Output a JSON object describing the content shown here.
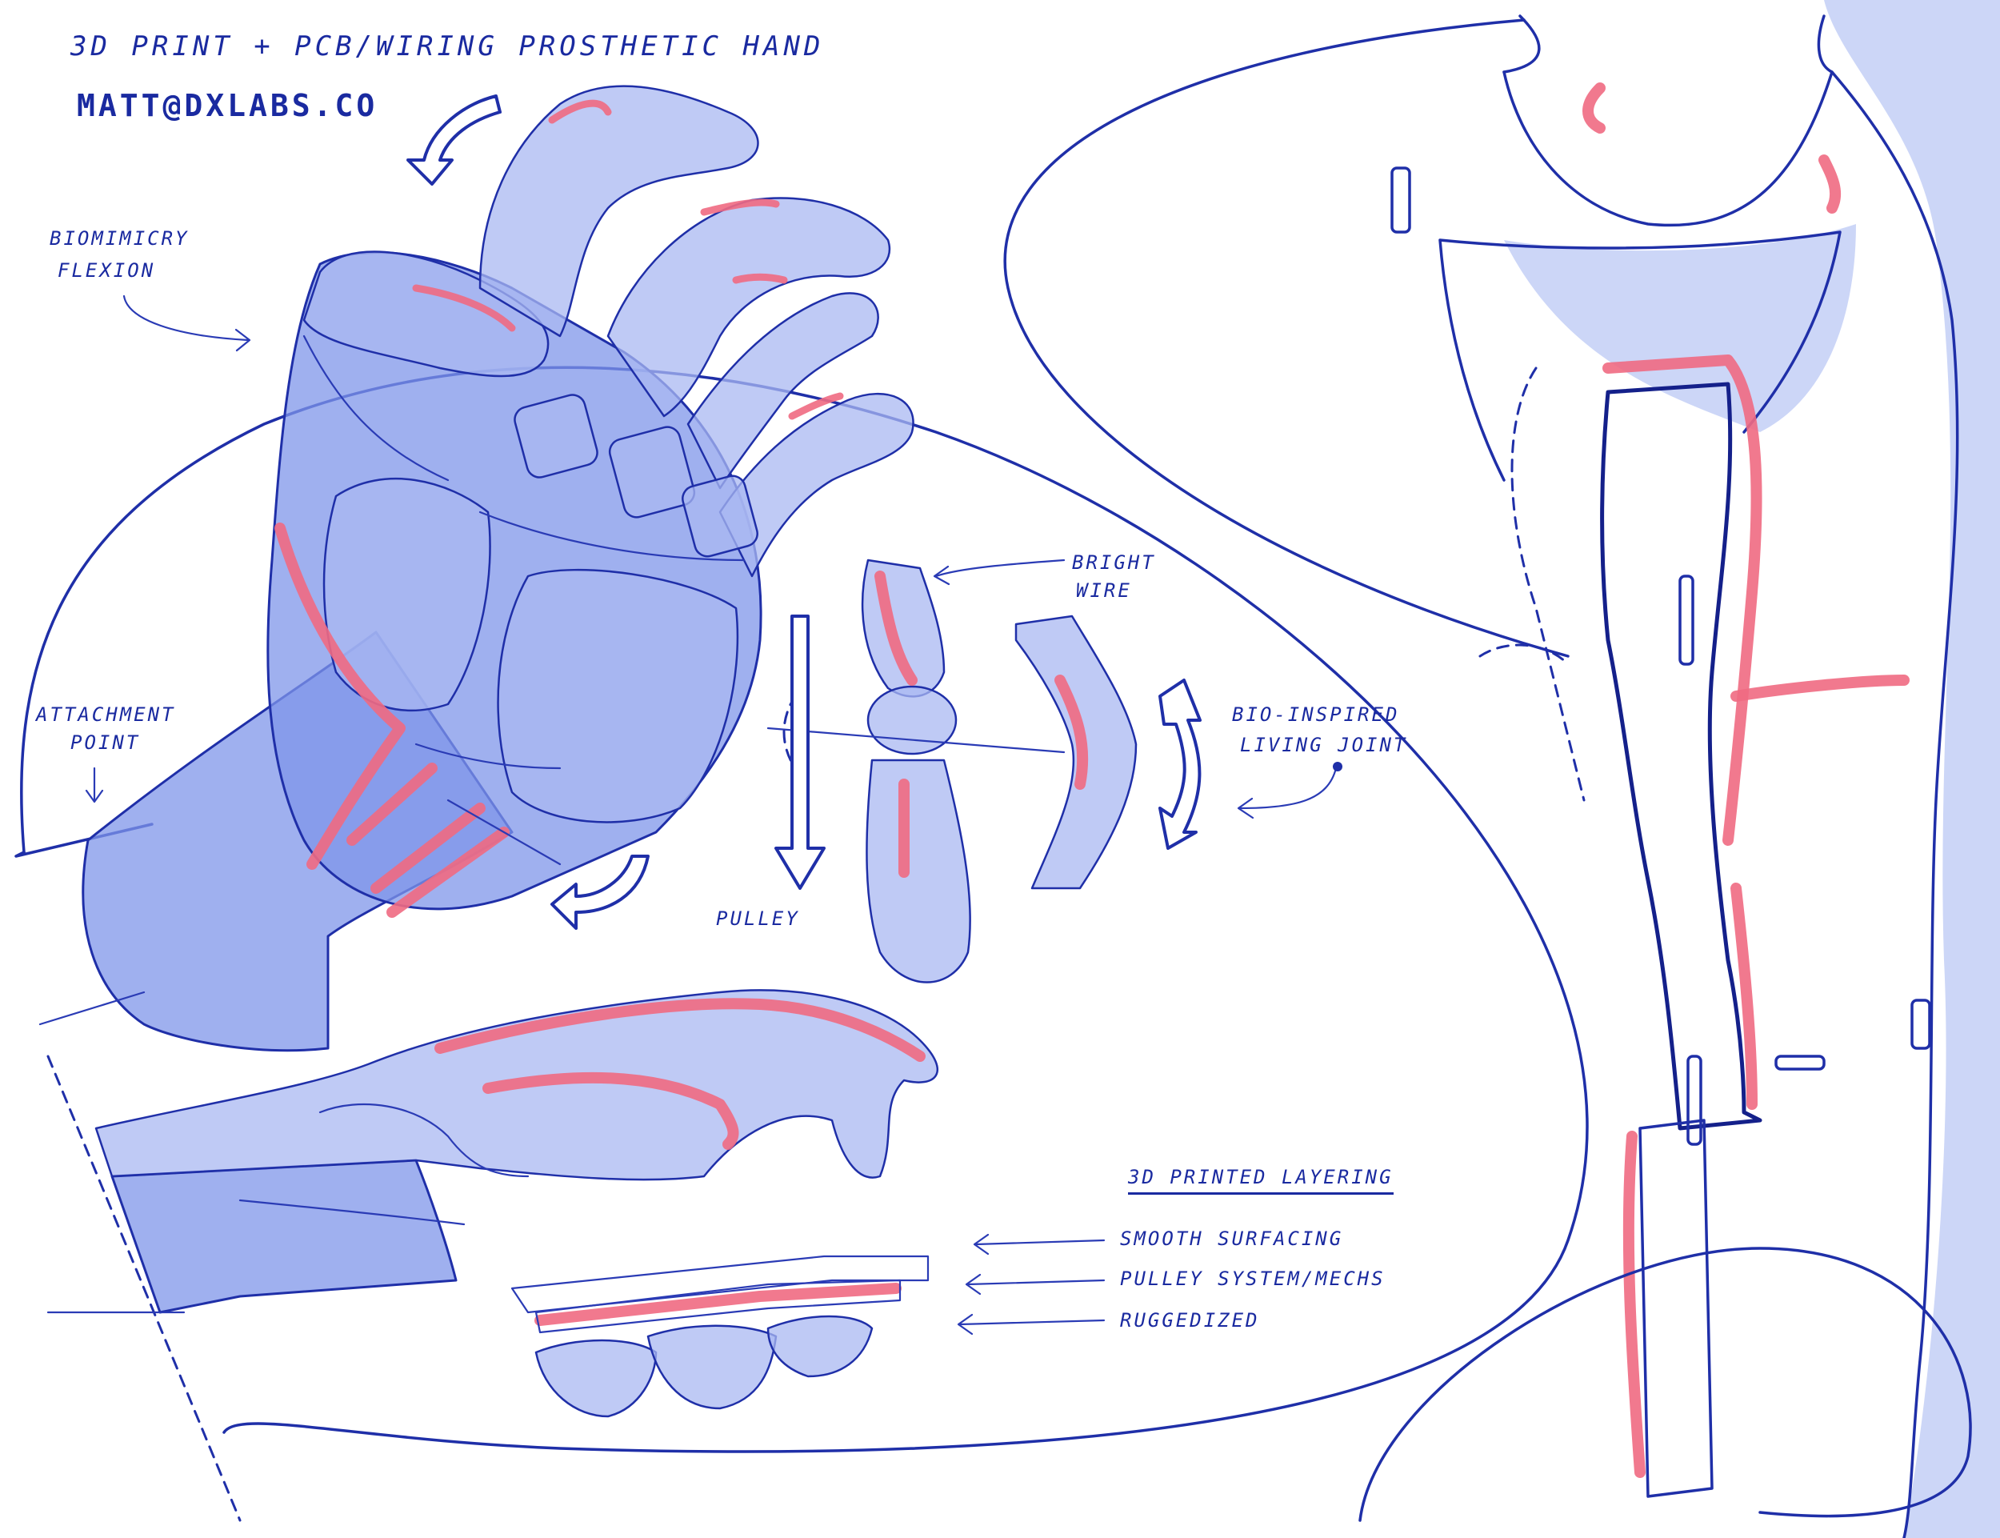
{
  "title": "3D PRINT + PCB/WIRING PROSTHETIC HAND",
  "email": "MATT@DXLABS.CO",
  "labels": {
    "biomimicry_line1": "BIOMIMICRY",
    "biomimicry_line2": "FLEXION",
    "attachment_line1": "ATTACHMENT",
    "attachment_line2": "POINT",
    "bright_wire_line1": "BRIGHT",
    "bright_wire_line2": "WIRE",
    "bio_joint_line1": "BIO-INSPIRED",
    "bio_joint_line2": "LIVING JOINT",
    "pulley": "PULLEY",
    "layering_title": "3D PRINTED LAYERING",
    "layer_1": "SMOOTH SURFACING",
    "layer_2": "PULLEY SYSTEM/MECHS",
    "layer_3": "RUGGEDIZED"
  },
  "colors": {
    "ink": "#1f2fa8",
    "blue_fill": "#7f95ea",
    "wire_red": "#f06a82"
  }
}
